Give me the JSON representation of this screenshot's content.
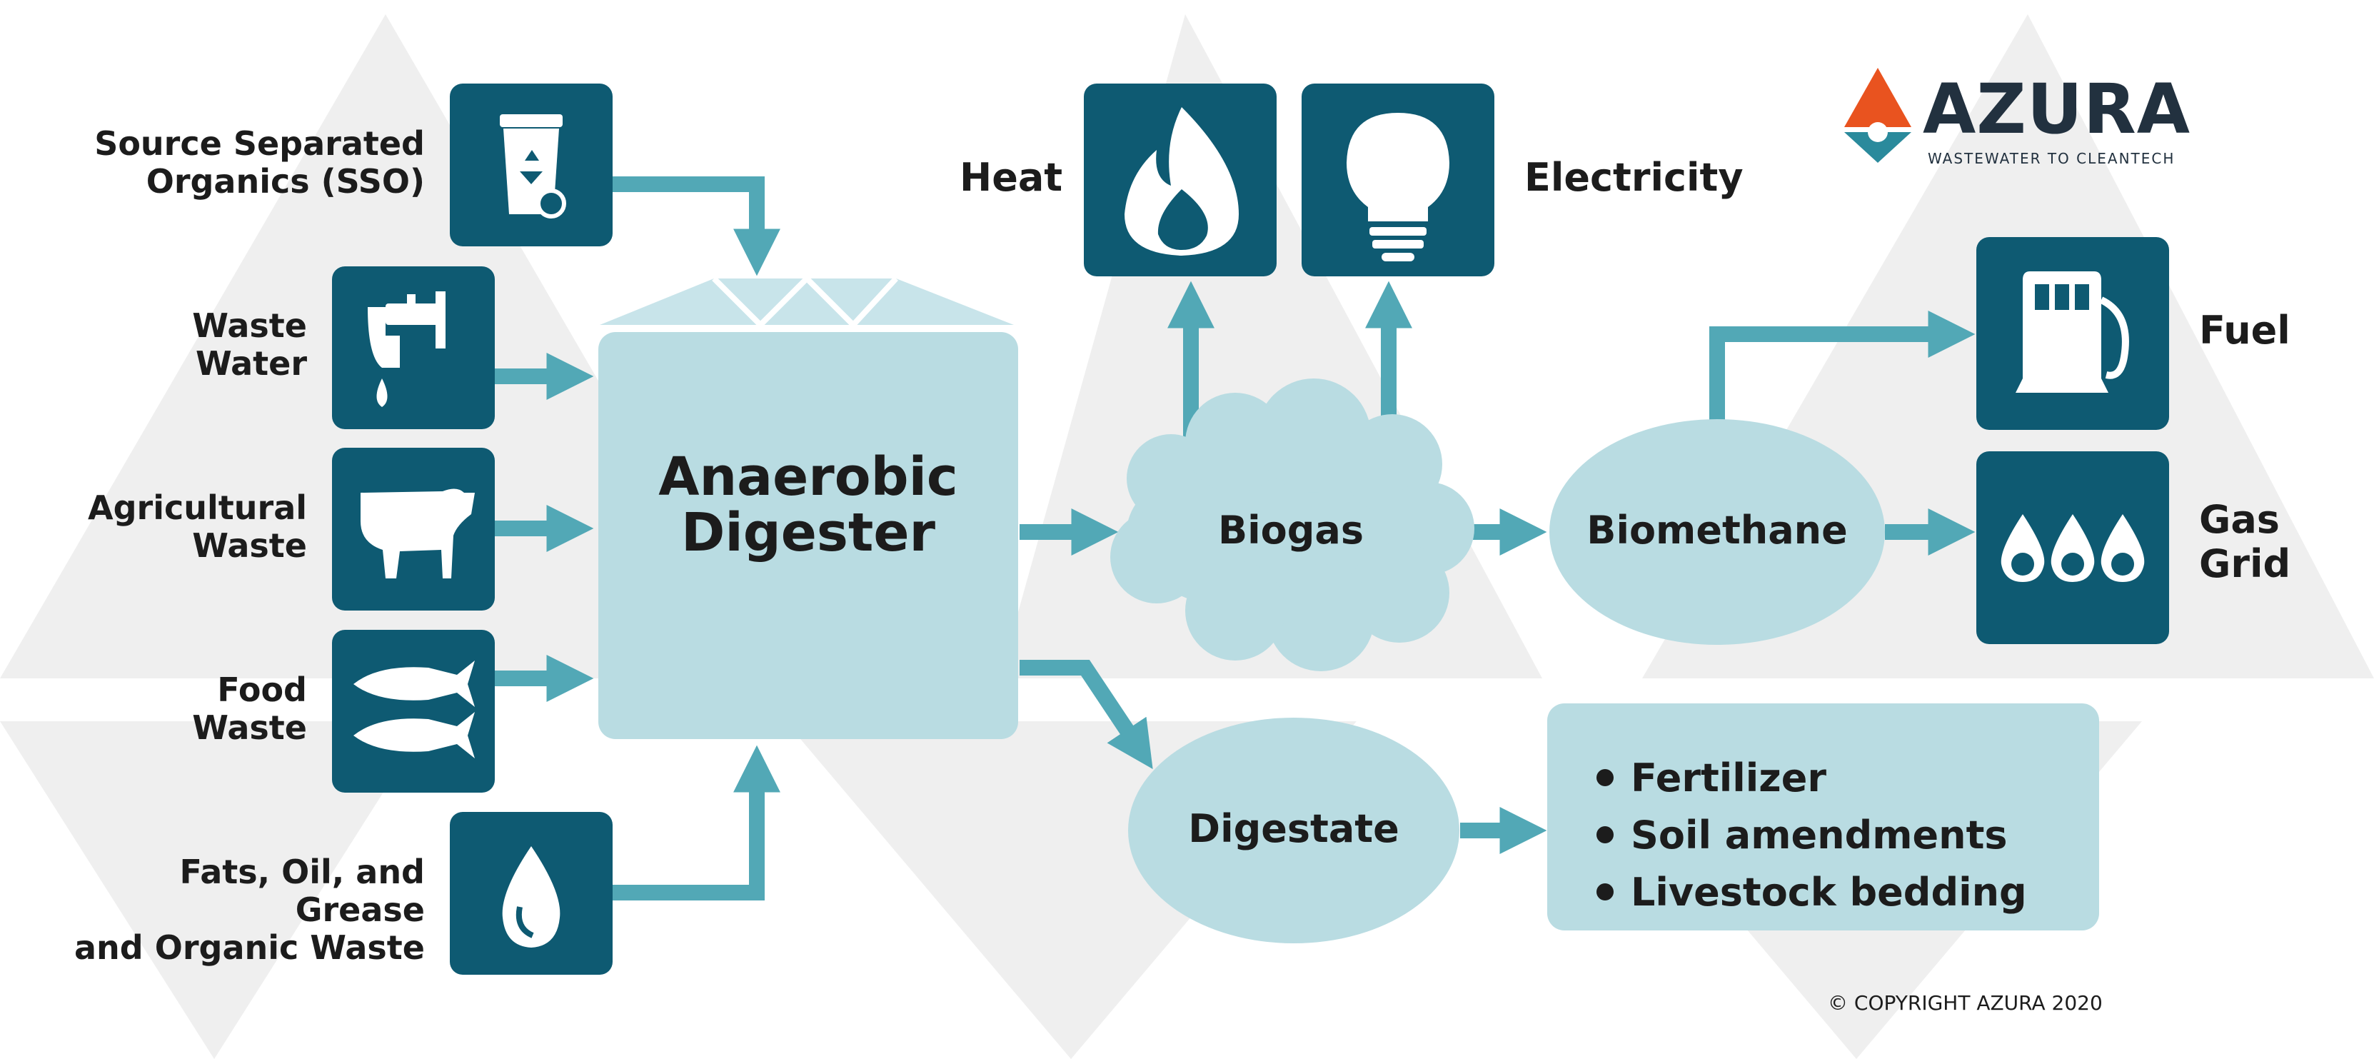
{
  "brand": {
    "name": "AZURA",
    "tagline": "WASTEWATER TO CLEANTECH"
  },
  "inputs": [
    {
      "label_lines": [
        "Source Separated",
        "Organics (SSO)"
      ],
      "icon": "recycling-bin-icon"
    },
    {
      "label_lines": [
        "Waste",
        "Water"
      ],
      "icon": "faucet-icon"
    },
    {
      "label_lines": [
        "Agricultural",
        "Waste"
      ],
      "icon": "cow-icon"
    },
    {
      "label_lines": [
        "Food",
        "Waste"
      ],
      "icon": "fish-bone-icon"
    },
    {
      "label_lines": [
        "Fats, Oil, and Grease",
        "and Organic Waste"
      ],
      "icon": "oil-drop-icon"
    }
  ],
  "digester": {
    "label_lines": [
      "Anaerobic",
      "Digester"
    ]
  },
  "biogas": {
    "label": "Biogas"
  },
  "biomethane": {
    "label": "Biomethane"
  },
  "digestate": {
    "label": "Digestate"
  },
  "outputs": {
    "heat": {
      "label": "Heat",
      "icon": "flame-icon"
    },
    "electricity": {
      "label": "Electricity",
      "icon": "light-bulb-icon"
    },
    "fuel": {
      "label": "Fuel",
      "icon": "fuel-pump-icon"
    },
    "gas_grid": {
      "label_lines": [
        "Gas",
        "Grid"
      ],
      "icon": "gas-drops-icon"
    }
  },
  "digestate_uses": [
    "Fertilizer",
    "Soil amendments",
    "Livestock bedding"
  ],
  "copyright": "© COPYRIGHT AZURA 2020",
  "colors": {
    "icon_box": "#0e5a72",
    "arrow": "#52a8b6",
    "node_fill": "#b9dce2",
    "background_triangles": "#ececec",
    "logo_orange": "#e9531f",
    "logo_teal": "#2a8a9c",
    "text": "#1c1c1c"
  }
}
